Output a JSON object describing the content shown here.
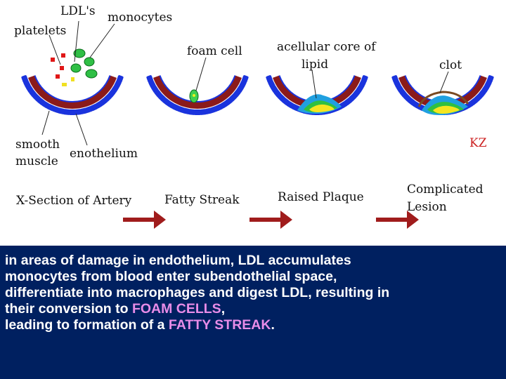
{
  "labels": {
    "ldl": "LDL's",
    "monocytes": "monocytes",
    "platelets": "platelets",
    "foam_cell": "foam cell",
    "acellular_1": "acellular core of",
    "acellular_2": "lipid",
    "clot": "clot",
    "smooth_1": "smooth",
    "smooth_2": "muscle",
    "endothelium": "enothelium",
    "credit": "KZ"
  },
  "stages": [
    {
      "line1": "X-Section of Artery",
      "line2": ""
    },
    {
      "line1": "Fatty Streak",
      "line2": ""
    },
    {
      "line1": "Raised Plaque",
      "line2": ""
    },
    {
      "line1": "Complicated",
      "line2": "Lesion"
    }
  ],
  "caption": {
    "line1": "in areas of damage in endothelium, LDL accumulates",
    "line2": "monocytes from blood enter subendothelial space,",
    "line3": "differentiate into macrophages and digest LDL, resulting in",
    "line4_pre": "their conversion to ",
    "line4_hl": "FOAM CELLS",
    "line4_post": ",",
    "line5_pre": "leading to formation of a ",
    "line5_hl": "FATTY STREAK",
    "line5_post": "."
  },
  "colors": {
    "wall": "#8b1a1a",
    "outer_cells": "#1a33dd",
    "arrow": "#a01c1c",
    "credit": "#cc2222",
    "caption_bg": "#002060",
    "highlight": "#e88ce8"
  }
}
